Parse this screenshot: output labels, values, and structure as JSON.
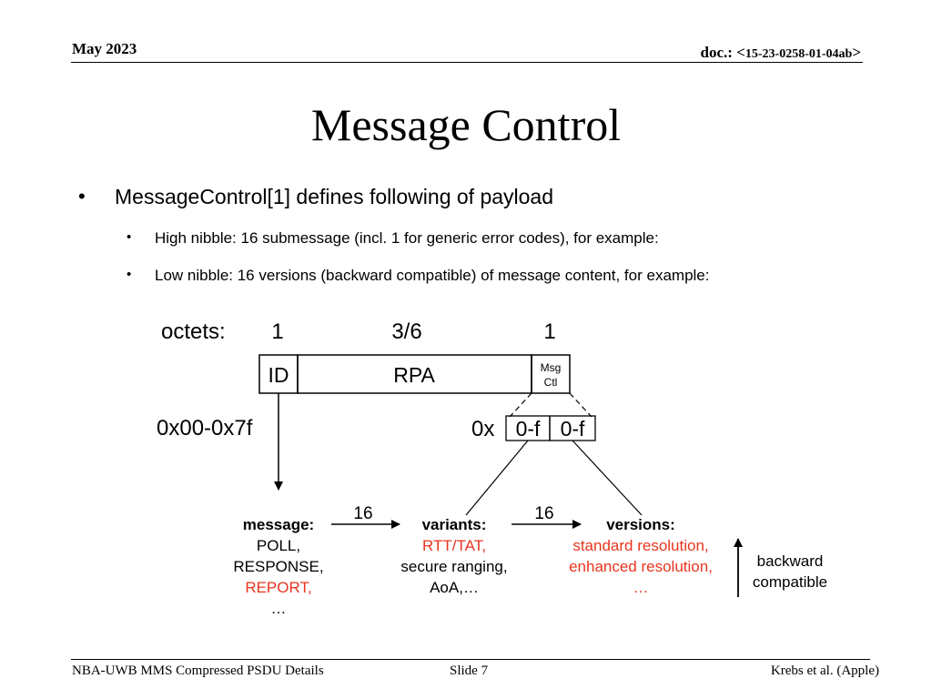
{
  "header": {
    "date": "May 2023",
    "doc_label": "doc.: <",
    "doc_code": "15-23-0258-01-04ab",
    "doc_close": ">"
  },
  "title": "Message Control",
  "bullets": {
    "main": "MessageControl[1] defines following of payload",
    "sub1": "High nibble: 16 submessage (incl. 1 for generic error codes), for example:",
    "sub2": "Low nibble: 16 versions (backward compatible) of message content, for example:"
  },
  "diagram": {
    "octets_label": "octets:",
    "octet_id": "1",
    "octet_rpa": "3/6",
    "octet_msg": "1",
    "field_id": "ID",
    "field_rpa": "RPA",
    "field_msg_line1": "Msg",
    "field_msg_line2": "Ctl",
    "id_range": "0x00-0x7f",
    "hex_prefix": "0x",
    "nibble_high": "0-f",
    "nibble_low": "0-f",
    "arrow_count_1": "16",
    "arrow_count_2": "16",
    "message": {
      "heading": "message:",
      "lines": [
        "POLL,",
        "RESPONSE,",
        "REPORT,",
        "…"
      ]
    },
    "variants": {
      "heading": "variants:",
      "lines": [
        "RTT/TAT,",
        "secure ranging,",
        "AoA,…"
      ]
    },
    "versions": {
      "heading": "versions:",
      "lines": [
        "standard resolution,",
        "enhanced resolution,",
        "…"
      ]
    },
    "backward_line1": "backward",
    "backward_line2": "compatible",
    "colors": {
      "highlight": "#e8351e",
      "text": "#000000"
    }
  },
  "footer": {
    "left": "NBA-UWB MMS Compressed PSDU Details",
    "center": "Slide 7",
    "right": "Krebs et al. (Apple)"
  }
}
